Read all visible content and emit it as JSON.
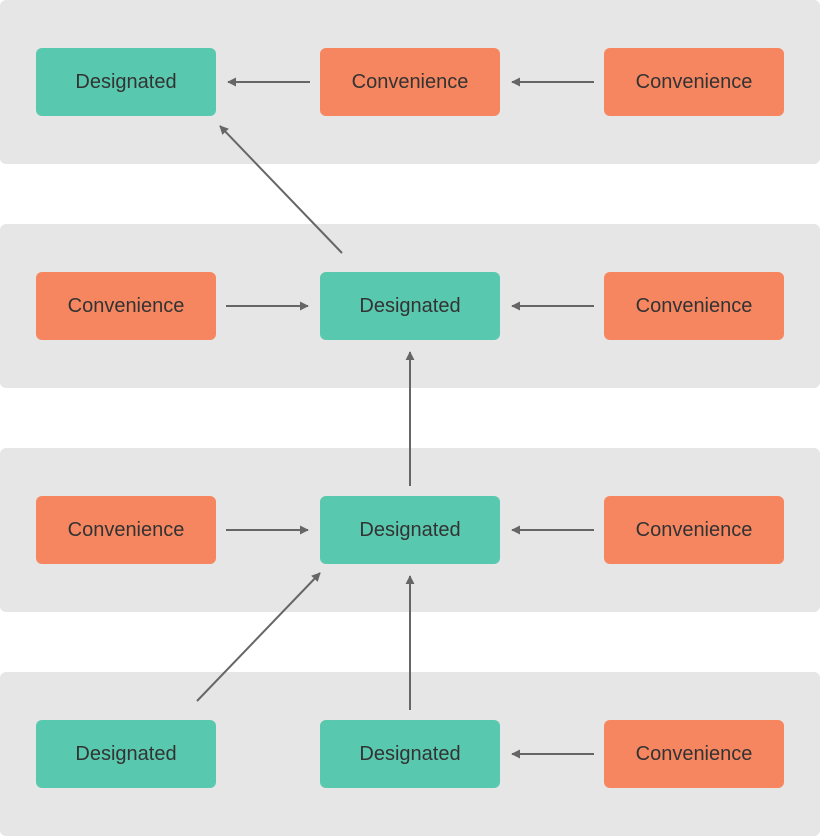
{
  "colors": {
    "designated": "#58c8ae",
    "convenience": "#f6865f",
    "band": "#e6e6e6",
    "arrow": "#666666"
  },
  "rows": [
    {
      "nodes": [
        {
          "type": "designated",
          "label": "Designated"
        },
        {
          "type": "convenience",
          "label": "Convenience"
        },
        {
          "type": "convenience",
          "label": "Convenience"
        }
      ]
    },
    {
      "nodes": [
        {
          "type": "convenience",
          "label": "Convenience"
        },
        {
          "type": "designated",
          "label": "Designated"
        },
        {
          "type": "convenience",
          "label": "Convenience"
        }
      ]
    },
    {
      "nodes": [
        {
          "type": "convenience",
          "label": "Convenience"
        },
        {
          "type": "designated",
          "label": "Designated"
        },
        {
          "type": "convenience",
          "label": "Convenience"
        }
      ]
    },
    {
      "nodes": [
        {
          "type": "designated",
          "label": "Designated"
        },
        {
          "type": "designated",
          "label": "Designated"
        },
        {
          "type": "convenience",
          "label": "Convenience"
        }
      ]
    }
  ]
}
